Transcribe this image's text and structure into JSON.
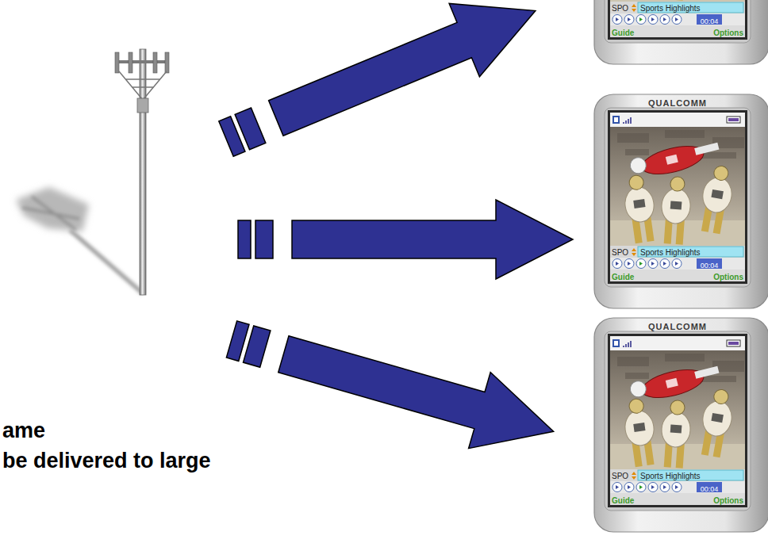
{
  "diagram": {
    "nodes": [
      {
        "text": [
          "SPO",
          "Sports Highlights",
          "00:04",
          "Guide",
          "Options"
        ]
      },
      {
        "text": [
          "QUALCOMM",
          "SPO",
          "Sports Highlights",
          "00:04",
          "Guide",
          "Options"
        ]
      },
      {
        "text": [
          "QUALCOMM",
          "SPO",
          "Sports Highlights",
          "00:04",
          "Guide",
          "Options"
        ]
      }
    ],
    "labels": [
      "ame",
      "be delivered to large"
    ]
  }
}
